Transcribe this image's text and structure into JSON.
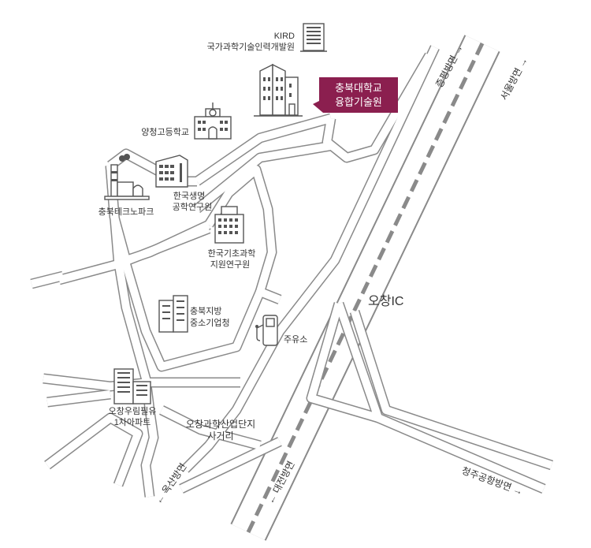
{
  "colors": {
    "road": "#8a8a8a",
    "callout": "#8b1f4f",
    "icon": "#555555"
  },
  "callout": {
    "line1": "충북대학교",
    "line2": "융합기술원"
  },
  "labels": {
    "kird_line1": "KIRD",
    "kird_line2": "국가과학기술인력개발원",
    "yangcheong": "양청고등학교",
    "technopark": "충북테크노파크",
    "bio_line1": "한국생명",
    "bio_line2": "공학연구원",
    "basic_line1": "한국기초과학",
    "basic_line2": "지원연구원",
    "sme_line1": "충북지방",
    "sme_line2": "중소기업청",
    "gas": "주유소",
    "apt_line1": "오창우림필유",
    "apt_line2": "1차아파트",
    "junction_line1": "오창과학산업단지",
    "junction_line2": "사거리",
    "ochang_ic": "오창IC"
  },
  "directions": {
    "jeungpyeong": "증평방면 →",
    "seoul": "서울방면 →",
    "daejeon": "← 대전방면",
    "cheongju_airport": "청주공항방면 →",
    "oksan": "← 옥산방면"
  },
  "icons": [
    "office-building-icon",
    "school-icon",
    "factory-icon",
    "gas-station-icon",
    "apartment-icon"
  ]
}
